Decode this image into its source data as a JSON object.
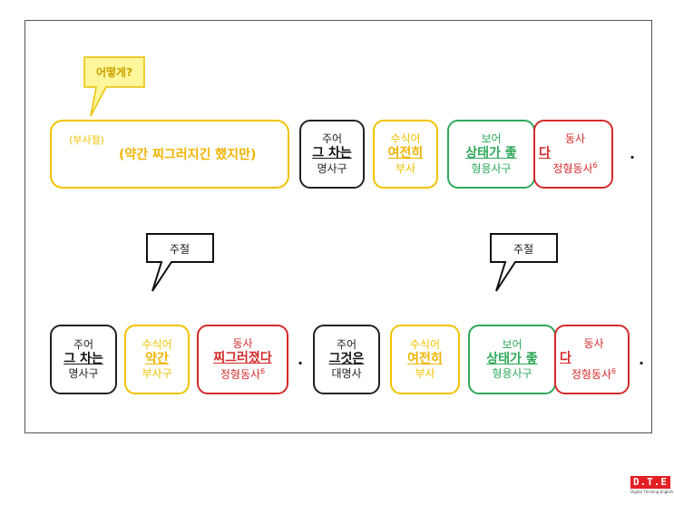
{
  "top": {
    "callout": "어떻게?",
    "clause": {
      "label": "(부사절)",
      "text": "(약간 찌그러지긴 했지만)"
    },
    "boxes": [
      {
        "role": "주어",
        "word": "그 차는",
        "pos": "명사구",
        "color": "#222222"
      },
      {
        "role": "수식어",
        "word": "여전히",
        "pos": "부사",
        "color": "#f2c200"
      },
      {
        "role": "보어",
        "word": "상태가 좋",
        "pos": "형용사구",
        "color": "#2fa85a"
      },
      {
        "role": "동사",
        "word": "다",
        "pos": "정형동사",
        "sup": "6",
        "color": "#d42a2a"
      }
    ],
    "period": "."
  },
  "bottom": {
    "callouts": [
      "주절",
      "주절"
    ],
    "boxes": [
      {
        "role": "주어",
        "word": "그 차는",
        "pos": "명사구",
        "color": "#222222"
      },
      {
        "role": "수식어",
        "word": "약간",
        "pos": "부사구",
        "color": "#f2c200"
      },
      {
        "role": "동사",
        "word": "찌그러졌다",
        "pos": "정형동사",
        "sup": "6",
        "color": "#d42a2a"
      },
      {
        "role": "주어",
        "word": "그것은",
        "pos": "대명사",
        "color": "#222222"
      },
      {
        "role": "수식어",
        "word": "여전히",
        "pos": "부사",
        "color": "#f2c200"
      },
      {
        "role": "보어",
        "word": "상태가 좋",
        "pos": "형용사구",
        "color": "#2fa85a"
      },
      {
        "role": "동사",
        "word": "다",
        "pos": "정형동사",
        "sup": "6",
        "color": "#d42a2a"
      }
    ],
    "periods": [
      ".",
      "."
    ]
  },
  "logo": {
    "letters": "D.T.E",
    "caption": "Digital Thinking English"
  }
}
